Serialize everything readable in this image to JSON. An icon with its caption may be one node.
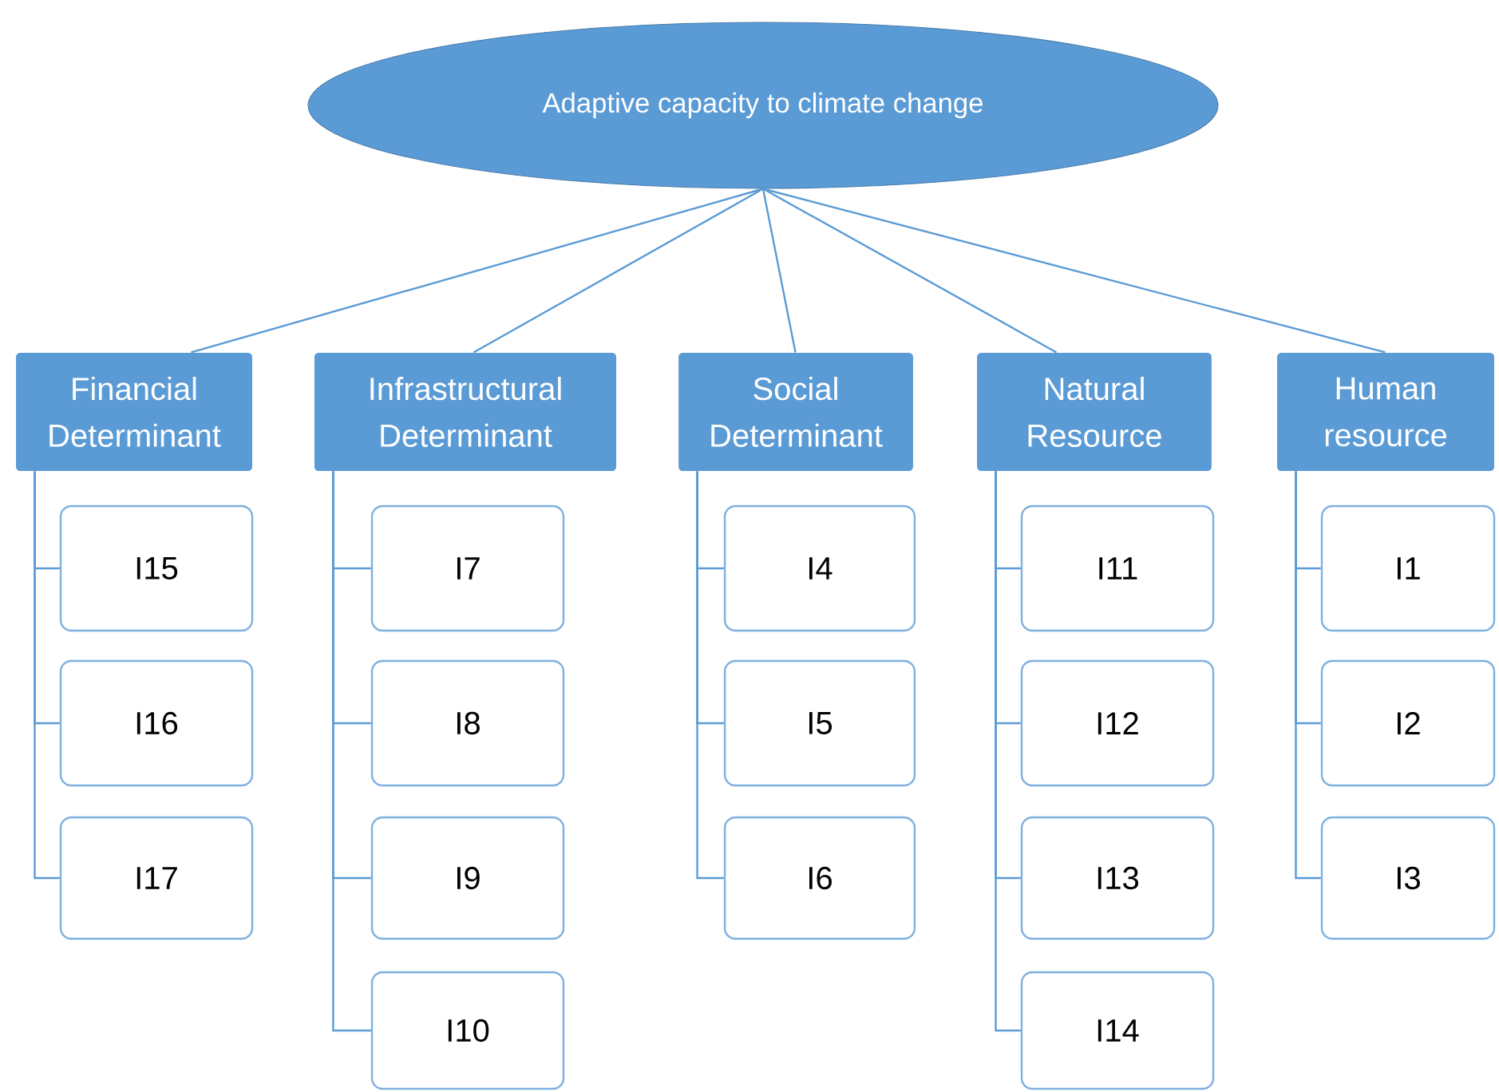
{
  "diagram": {
    "nodes": [
      {
        "text": [
          "Adaptive capacity to climate change"
        ]
      },
      {
        "text": [
          "Financial Determinant"
        ]
      },
      {
        "text": [
          "I15"
        ]
      },
      {
        "text": [
          "I16"
        ]
      },
      {
        "text": [
          "I17"
        ]
      },
      {
        "text": [
          "Infrastructural Determinant"
        ]
      },
      {
        "text": [
          "I7"
        ]
      },
      {
        "text": [
          "I8"
        ]
      },
      {
        "text": [
          "I9"
        ]
      },
      {
        "text": [
          "I10"
        ]
      },
      {
        "text": [
          "Social Determinant"
        ]
      },
      {
        "text": [
          "I4"
        ]
      },
      {
        "text": [
          "I5"
        ]
      },
      {
        "text": [
          "I6"
        ]
      },
      {
        "text": [
          "Natural Resource"
        ]
      },
      {
        "text": [
          "I11"
        ]
      },
      {
        "text": [
          "I12"
        ]
      },
      {
        "text": [
          "I13"
        ]
      },
      {
        "text": [
          "I14"
        ]
      },
      {
        "text": [
          "Human resource"
        ]
      },
      {
        "text": [
          "I1"
        ]
      },
      {
        "text": [
          "I2"
        ]
      },
      {
        "text": [
          "I3"
        ]
      }
    ],
    "edges": [
      {
        "from": 0,
        "to": 1,
        "arrow": "none"
      },
      {
        "from": 0,
        "to": 5,
        "arrow": "none"
      },
      {
        "from": 0,
        "to": 10,
        "arrow": "none"
      },
      {
        "from": 0,
        "to": 14,
        "arrow": "none"
      },
      {
        "from": 0,
        "to": 19,
        "arrow": "none"
      },
      {
        "from": 1,
        "to": 2,
        "arrow": "none"
      },
      {
        "from": 1,
        "to": 3,
        "arrow": "none"
      },
      {
        "from": 1,
        "to": 4,
        "arrow": "none"
      },
      {
        "from": 5,
        "to": 6,
        "arrow": "none"
      },
      {
        "from": 5,
        "to": 7,
        "arrow": "none"
      },
      {
        "from": 5,
        "to": 8,
        "arrow": "none"
      },
      {
        "from": 5,
        "to": 9,
        "arrow": "none"
      },
      {
        "from": 10,
        "to": 11,
        "arrow": "none"
      },
      {
        "from": 10,
        "to": 12,
        "arrow": "none"
      },
      {
        "from": 10,
        "to": 13,
        "arrow": "none"
      },
      {
        "from": 14,
        "to": 15,
        "arrow": "none"
      },
      {
        "from": 14,
        "to": 16,
        "arrow": "none"
      },
      {
        "from": 14,
        "to": 17,
        "arrow": "none"
      },
      {
        "from": 14,
        "to": 18,
        "arrow": "none"
      },
      {
        "from": 19,
        "to": 20,
        "arrow": "none"
      },
      {
        "from": 19,
        "to": 21,
        "arrow": "none"
      },
      {
        "from": 19,
        "to": 22,
        "arrow": "none"
      }
    ]
  }
}
